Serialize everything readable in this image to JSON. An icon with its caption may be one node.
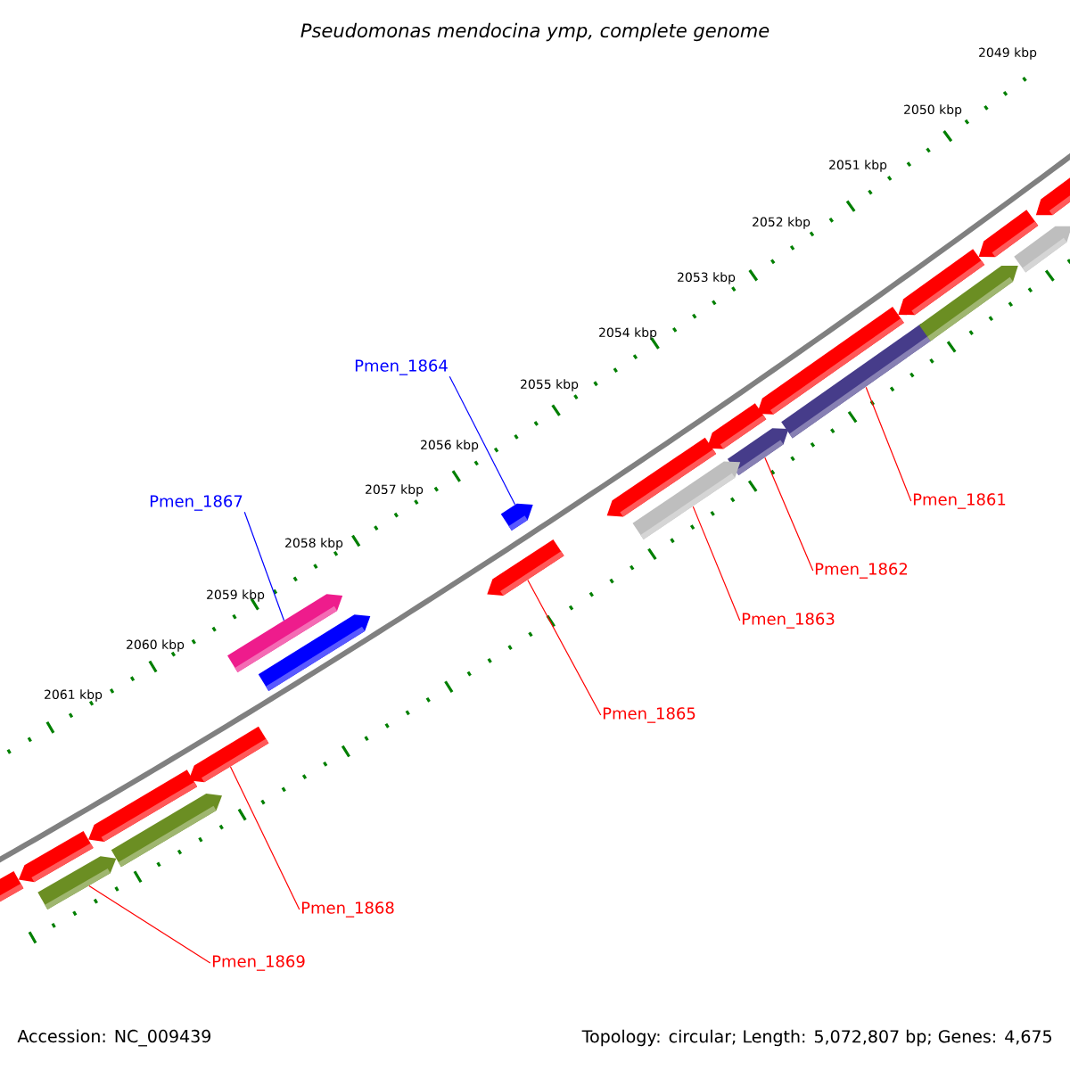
{
  "diagram": {
    "title": "*Pseudomonas mendocina ymp, complete genome*",
    "nodes": [
      {
        "text": [
          "Pmen_1864"
        ]
      },
      {
        "text": [
          "Pmen_1867"
        ]
      },
      {
        "text": [
          "Pmen_1861"
        ]
      },
      {
        "text": [
          "Pmen_1862"
        ]
      },
      {
        "text": [
          "Pmen_1863"
        ]
      },
      {
        "text": [
          "Pmen_1865"
        ]
      },
      {
        "text": [
          "Pmen_1868"
        ]
      },
      {
        "text": [
          "Pmen_1869"
        ]
      },
      {
        "text": [],
        "shape": "bar"
      },
      {
        "text": [],
        "shape": "bar"
      },
      {
        "text": [],
        "shape": "bar"
      },
      {
        "text": [],
        "shape": "bar"
      },
      {
        "text": [],
        "shape": "bar"
      },
      {
        "text": [],
        "shape": "bar"
      },
      {
        "text": [],
        "shape": "bar"
      },
      {
        "text": [],
        "shape": "bar"
      },
      {
        "text": [],
        "shape": "bar"
      },
      {
        "text": [],
        "shape": "bar"
      },
      {
        "text": [],
        "shape": "bar"
      },
      {
        "text": [],
        "shape": "bar"
      },
      {
        "text": [],
        "shape": "bar"
      },
      {
        "text": [],
        "shape": "bar"
      },
      {
        "text": [],
        "shape": "bar"
      },
      {
        "text": [],
        "shape": "bar"
      },
      {
        "text": [],
        "shape": "bar"
      },
      {
        "text": [],
        "shape": "bar"
      },
      {
        "text": [],
        "shape": "bar"
      },
      {
        "text": [],
        "shape": "bar"
      },
      {
        "text": [],
        "shape": "bar"
      }
    ],
    "edges": [
      {
        "from": 0,
        "to": 8,
        "arrow": "none",
        "color": "#0000ff"
      },
      {
        "from": 1,
        "to": 9,
        "arrow": "none",
        "color": "#0000ff"
      },
      {
        "from": 2,
        "to": 10,
        "arrow": "none"
      },
      {
        "from": 3,
        "to": 11,
        "arrow": "none"
      },
      {
        "from": 4,
        "to": 12,
        "arrow": "none"
      },
      {
        "from": 5,
        "to": 13,
        "arrow": "none"
      },
      {
        "from": 6,
        "to": 14,
        "arrow": "none"
      },
      {
        "from": 7,
        "to": 15,
        "arrow": "none"
      }
    ],
    "labels": [
      "2049 kbp",
      "2050 kbp",
      "2051 kbp",
      "2052 kbp",
      "2053 kbp",
      "2054 kbp",
      "2055 kbp",
      "2056 kbp",
      "2057 kbp",
      "2058 kbp",
      "2059 kbp",
      "2060 kbp",
      "2061 kbp",
      "Accession: NC_009439",
      "Topology: circular; Length: 5,072,807 bp; Genes: 4,675"
    ]
  }
}
